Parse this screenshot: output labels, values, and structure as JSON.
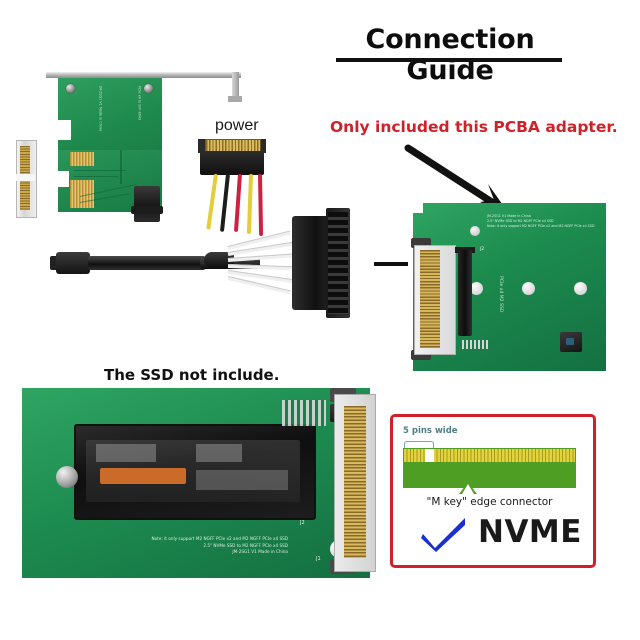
{
  "header": {
    "title": "Connection Guide"
  },
  "annotations": {
    "red_note": "Only included this PCBA adapter.",
    "power_label": "power",
    "ssd_note": "The SSD not include.",
    "arrow_to_adapter": "arrow",
    "connector_link": "line"
  },
  "pcie_card": {
    "silk_1": "JM-2SG1 V1 Made in China",
    "silk_2": "PCIe x4 to SFF-8643",
    "edge_connector": "PCIe x4 gold fingers",
    "socket": "SFF-8643 connector"
  },
  "cable": {
    "sata_power": "SATA 15-pin power connector",
    "wire_colors": [
      "#cf2040",
      "#e4cc3a",
      "#1d1d1d"
    ],
    "u2_plug": "SFF-8639 / U.2 plug"
  },
  "adapter": {
    "silk_lines": [
      "JM-2SG1 V1 Made in China",
      "2.5\" NVMe SSD to M2 NGFF PCIe x4 SSD",
      "Note: it only support M2 NGFF PCIe x2 and M2 NGFF PCIe x4 SSD"
    ],
    "label_j2": "J2",
    "vertical_text": "PCIe x4 M2 SSD",
    "connector": "U.2 SFF-8639 edge connector",
    "socket": "M.2 M-key socket"
  },
  "board_with_ssd": {
    "silk_lines": [
      "JM-2SG1 V1 Made in China",
      "2.5\" NVMe SSD to M2 NGFF PCIe x4 SSD",
      "Note: it only support M2 NGFF PCIe x2 and M2 NGFF PCIe x4 SSD"
    ],
    "label_j2": "J2",
    "label_j1": "J1",
    "ssd": "M.2 NVMe SSD (not included)"
  },
  "inset": {
    "pins_label": "5 pins wide",
    "caption": "\"M key\" edge connector",
    "verdict": "NVME",
    "check": "blue-check",
    "border_color": "#cf2128",
    "pcb_color": "#4f9e24",
    "pin_color": "#e2d23c",
    "check_color": "#1b2fd0"
  },
  "colors": {
    "background": "#ffffff",
    "title": "#0d0d0d",
    "red": "#cf2128",
    "pcb_green": "#1d8c50",
    "gold": "#d6b75d"
  }
}
